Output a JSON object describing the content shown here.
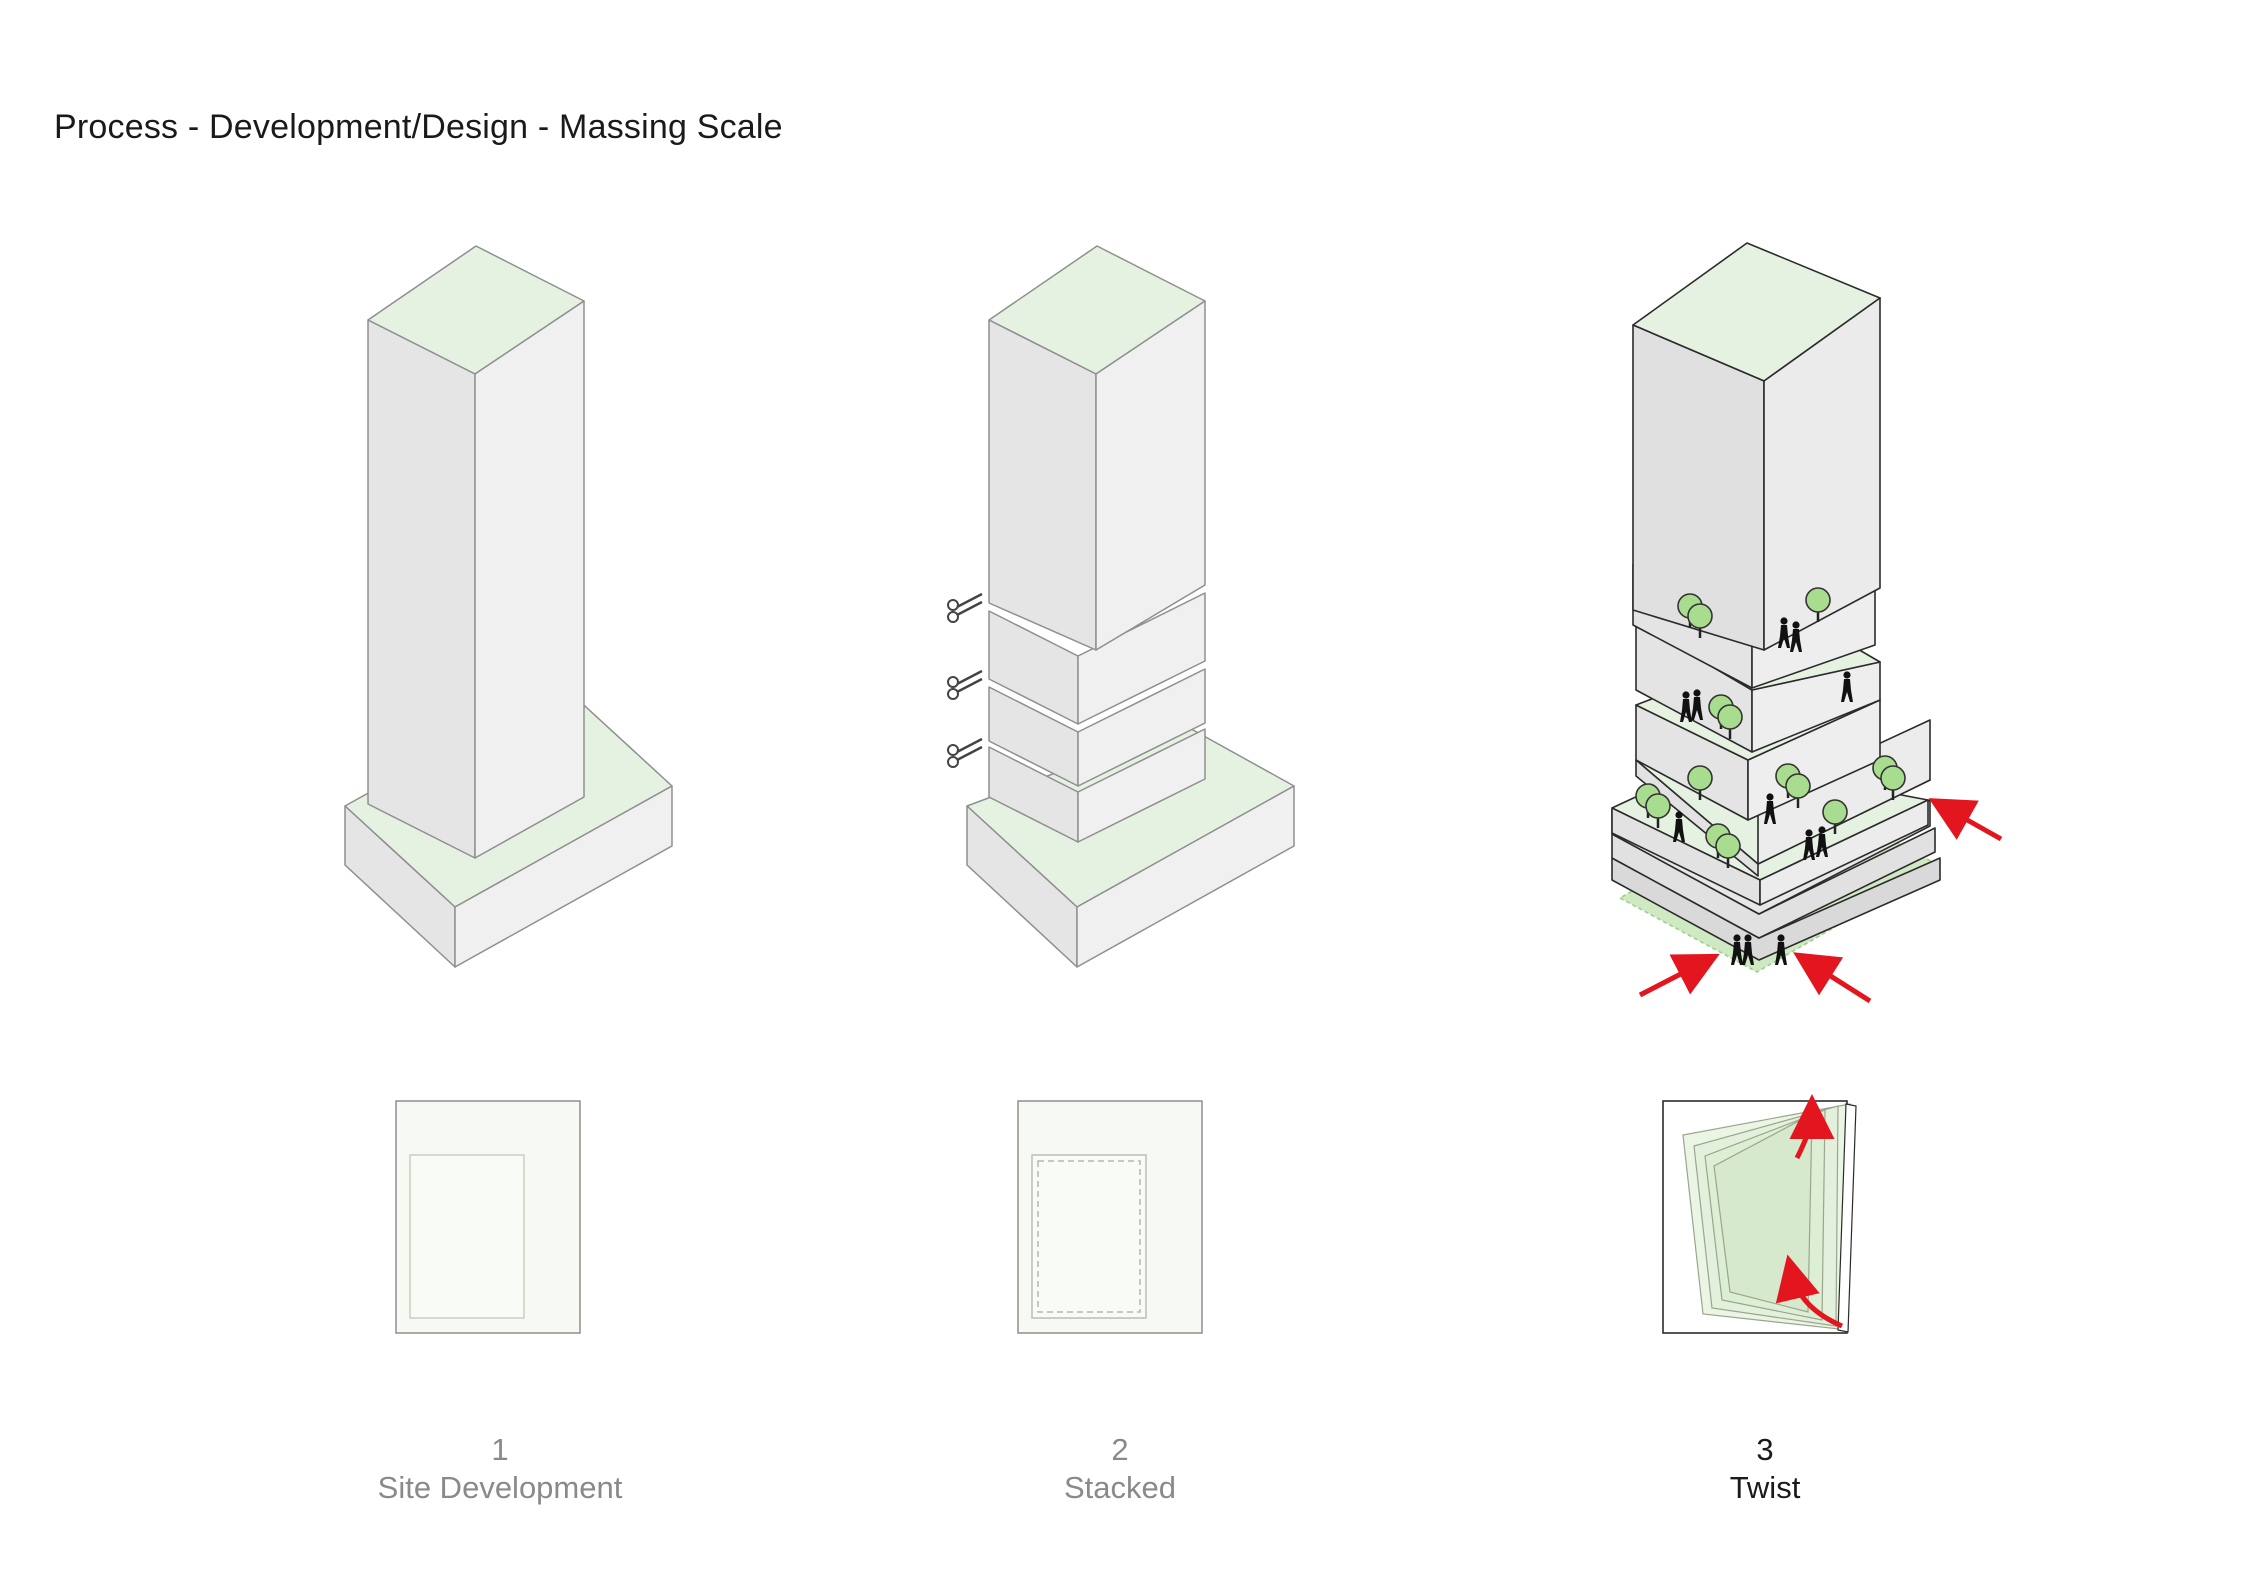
{
  "title": "Process - Development/Design - Massing Scale",
  "colors": {
    "mass_front": "#e5e5e5",
    "mass_side": "#f0f0f0",
    "mass_top": "#e6f2e1",
    "plan_fill": "#f6faf2",
    "outline": "#8f8f8f",
    "tree": "#a8dd8f",
    "arrow": "#e3161f",
    "label_muted": "#8a8a8a",
    "label_active": "#1a1a1a"
  },
  "steps": [
    {
      "number": "1",
      "name": "Site Development",
      "icon": "tower-on-podium"
    },
    {
      "number": "2",
      "name": "Stacked",
      "icon": "scissors-icon"
    },
    {
      "number": "3",
      "name": "Twist",
      "icon": "twist-arrow-icon"
    }
  ]
}
